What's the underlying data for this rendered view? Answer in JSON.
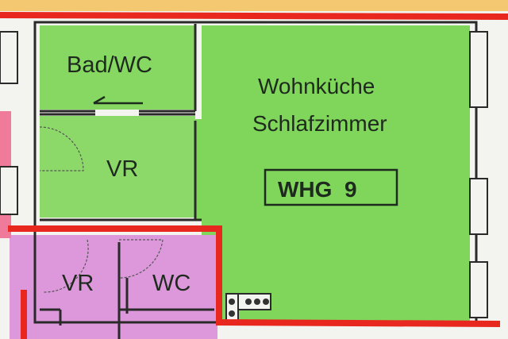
{
  "rooms": {
    "bath": {
      "label": "Bad/WC"
    },
    "main": {
      "label_line1": "Wohnküche",
      "label_line2": "Schlafzimmer"
    },
    "hall": {
      "label": "VR"
    },
    "unit": {
      "label": "WHG  9"
    },
    "lower_hall": {
      "label": "VR"
    },
    "lower_wc": {
      "label": "WC"
    }
  },
  "colors": {
    "green": "#7fd65a",
    "pink": "#d98fd8",
    "red": "#e8281e",
    "wall": "#2a2a2a",
    "orange": "#f5c25a"
  }
}
